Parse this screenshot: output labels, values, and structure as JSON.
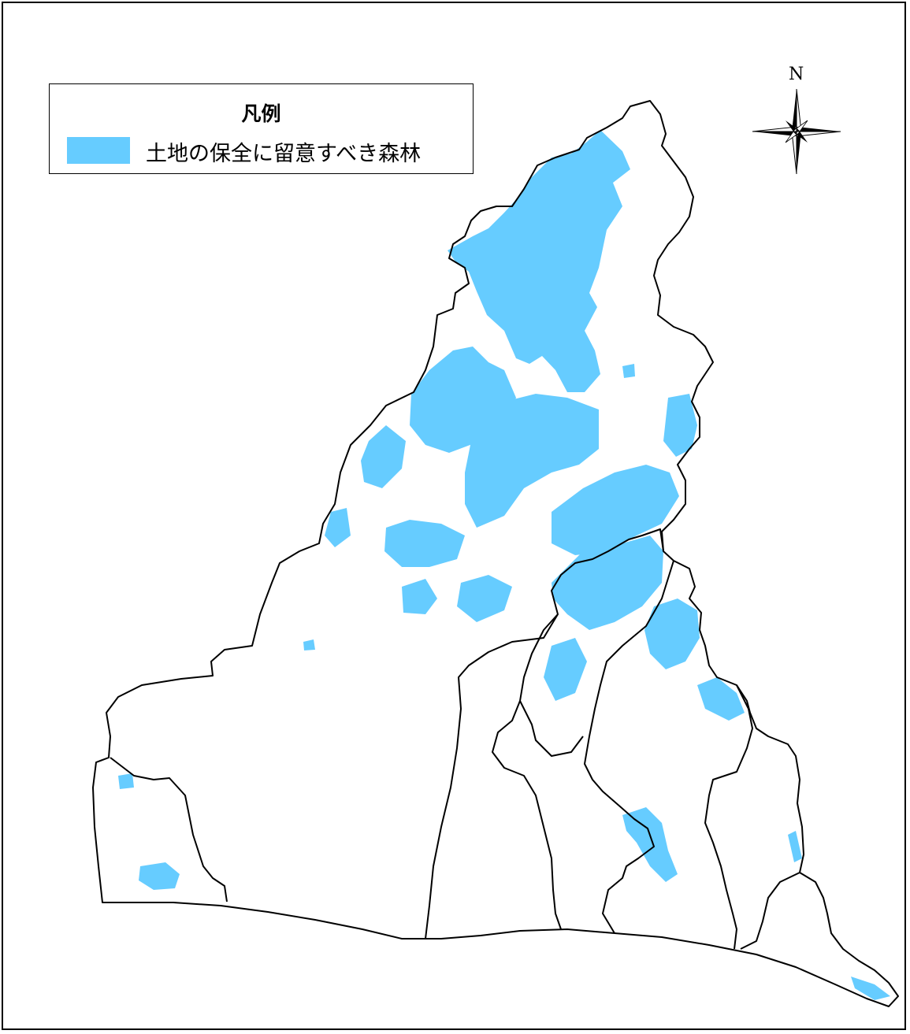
{
  "legend": {
    "title": "凡例",
    "item_label": "土地の保全に留意すべき森林",
    "item_color": "#66ccff"
  },
  "north_arrow": {
    "letter": "N",
    "icon": "compass-rose-icon"
  },
  "map": {
    "forest_fill_color": "#66ccff",
    "boundary_color": "#000000",
    "background_color": "#ffffff"
  }
}
